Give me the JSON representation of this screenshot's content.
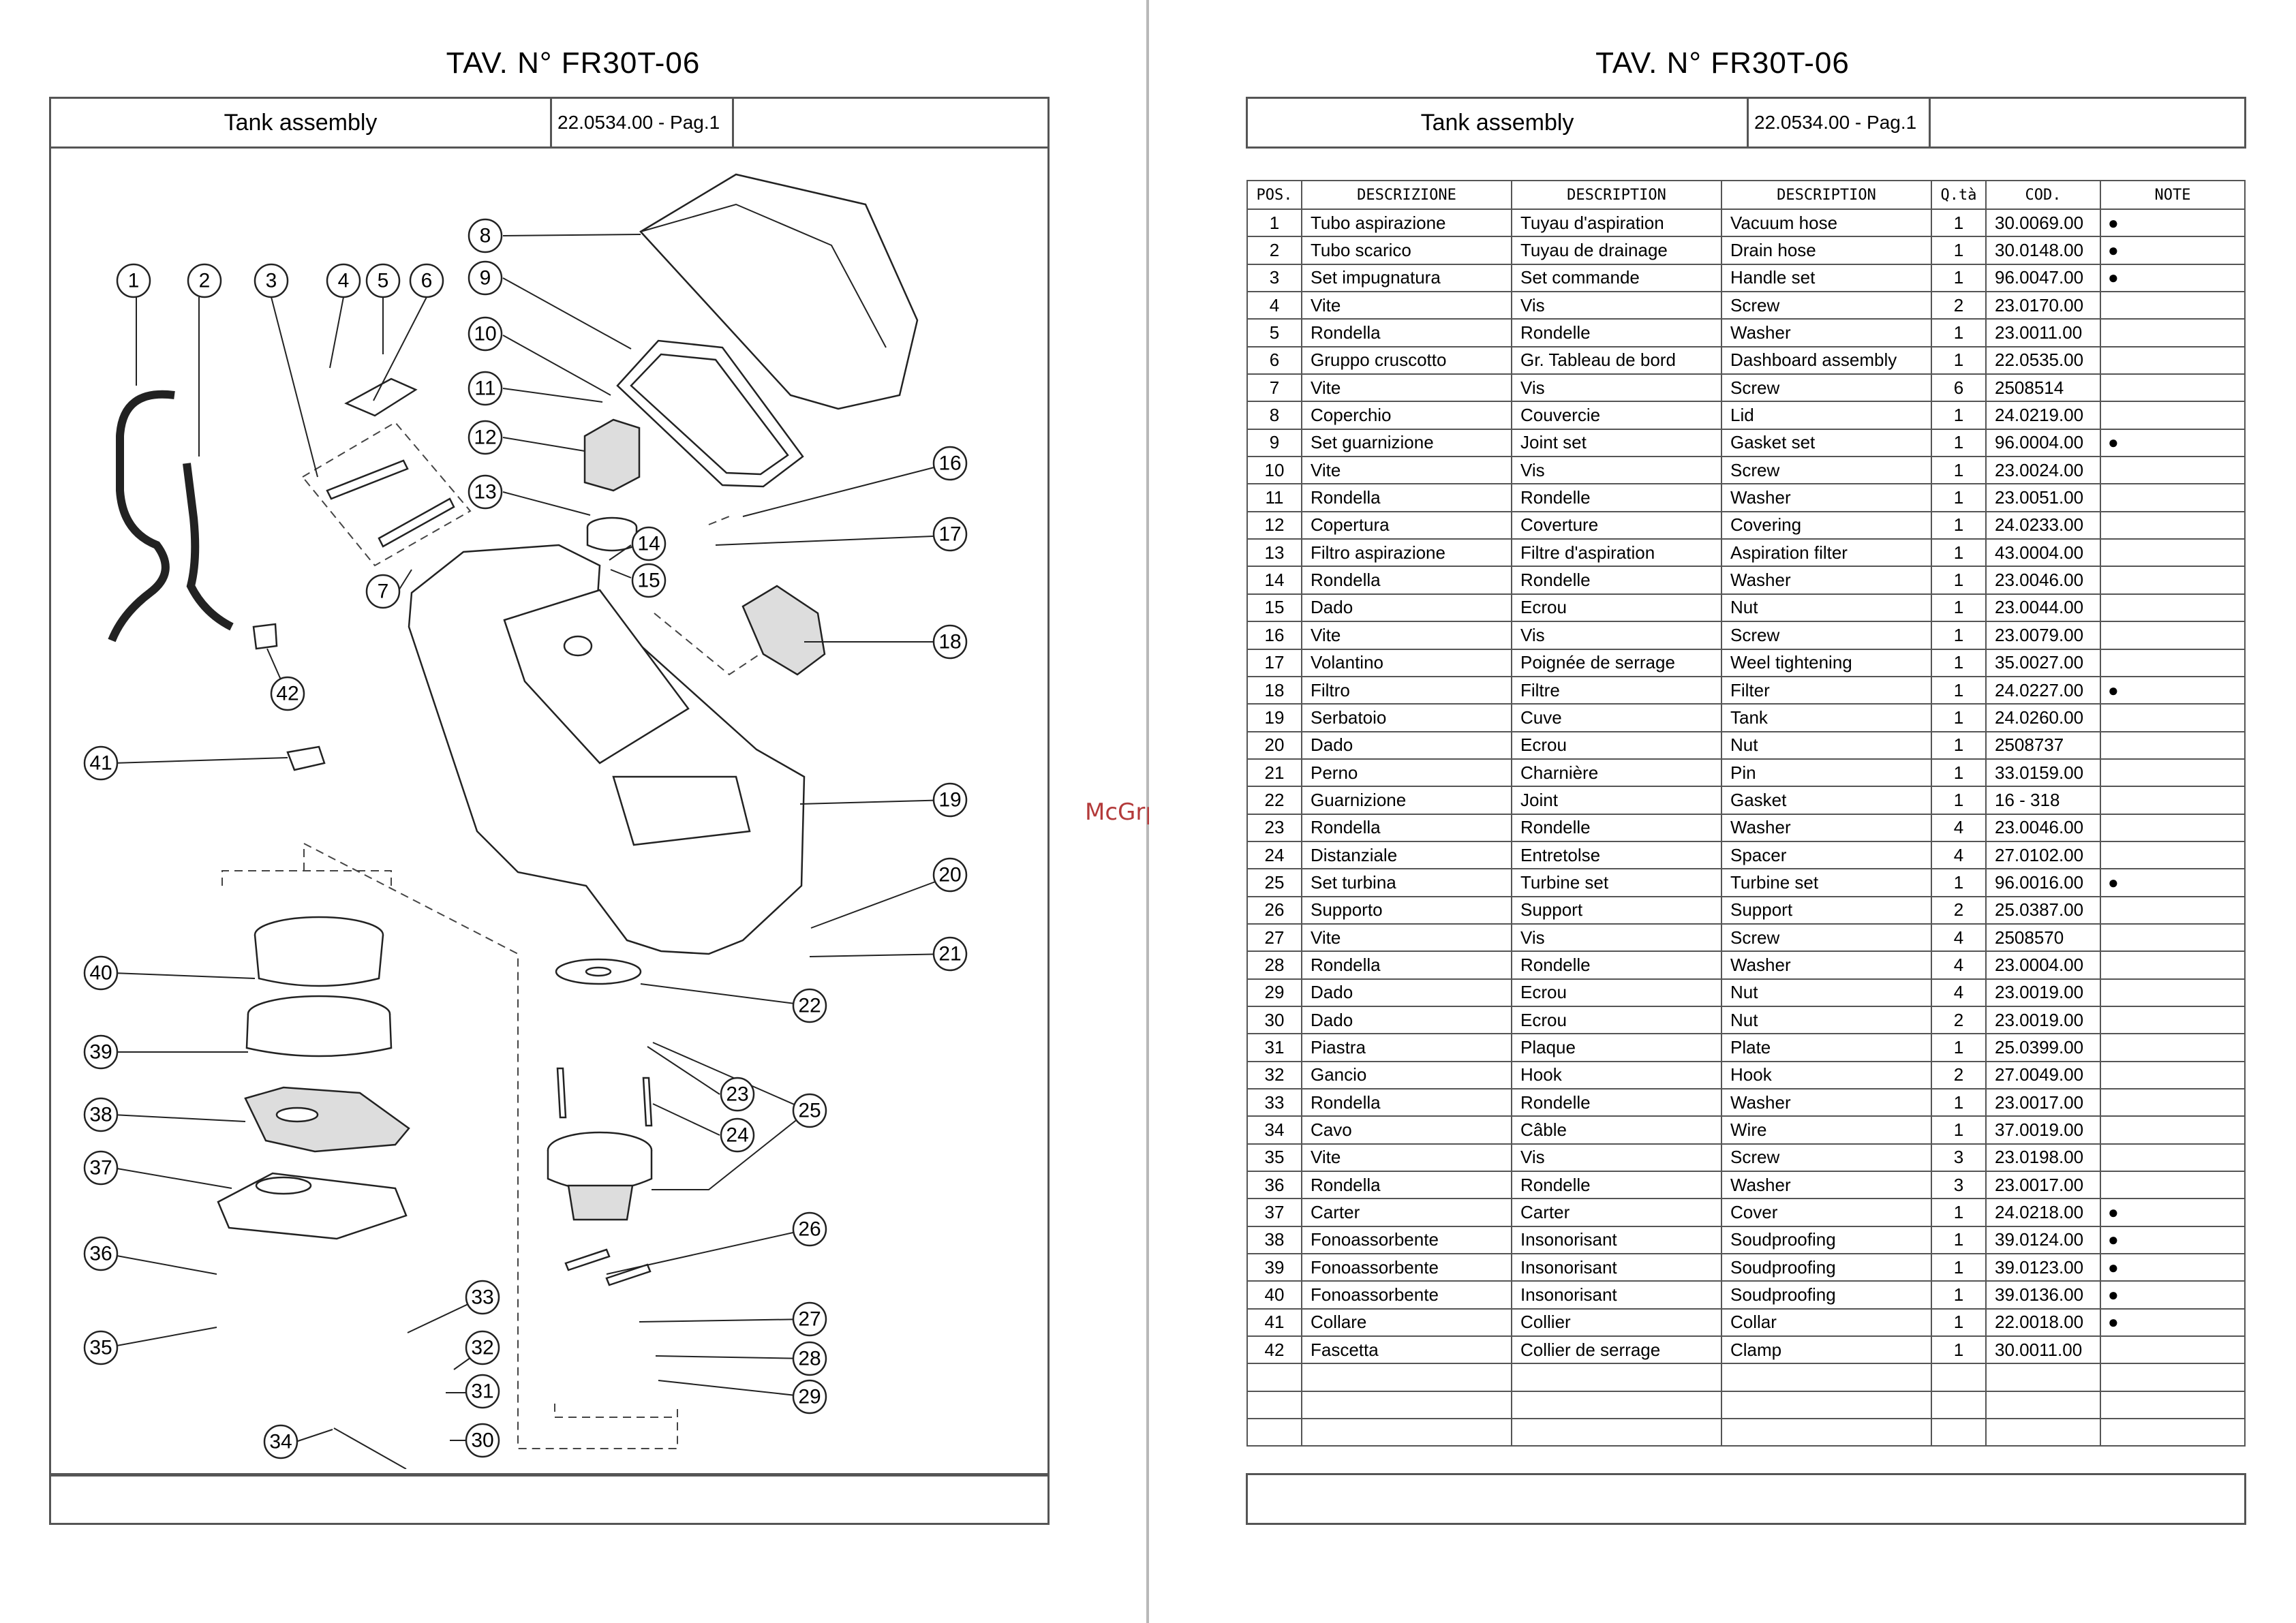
{
  "left_page": {
    "title": "TAV. N° FR30T-06",
    "header_name": "Tank assembly",
    "header_code": "22.0534.00 - Pag.1"
  },
  "right_page": {
    "title": "TAV.  N° FR30T-06",
    "header_name": "Tank assembly",
    "header_code": "22.0534.00 - Pag.1"
  },
  "watermark": "McGrp.Ru",
  "callouts": [
    "1",
    "2",
    "3",
    "4",
    "5",
    "6",
    "7",
    "8",
    "9",
    "10",
    "11",
    "12",
    "13",
    "14",
    "15",
    "16",
    "17",
    "18",
    "19",
    "20",
    "21",
    "22",
    "23",
    "24",
    "25",
    "26",
    "27",
    "28",
    "29",
    "30",
    "31",
    "32",
    "33",
    "34",
    "35",
    "36",
    "37",
    "38",
    "39",
    "40",
    "41",
    "42"
  ],
  "table": {
    "headers": [
      "POS.",
      "DESCRIZIONE",
      "DESCRIPTION",
      "DESCRIPTION",
      "Q.tà",
      "COD.",
      "NOTE"
    ],
    "rows": [
      [
        "1",
        "Tubo aspirazione",
        "Tuyau d'aspiration",
        "Vacuum hose",
        "1",
        "30.0069.00",
        "●"
      ],
      [
        "2",
        "Tubo scarico",
        "Tuyau de drainage",
        "Drain hose",
        "1",
        "30.0148.00",
        "●"
      ],
      [
        "3",
        "Set impugnatura",
        "Set commande",
        "Handle set",
        "1",
        "96.0047.00",
        "●"
      ],
      [
        "4",
        "Vite",
        "Vis",
        "Screw",
        "2",
        "23.0170.00",
        ""
      ],
      [
        "5",
        "Rondella",
        "Rondelle",
        "Washer",
        "1",
        "23.0011.00",
        ""
      ],
      [
        "6",
        "Gruppo cruscotto",
        "Gr. Tableau de bord",
        "Dashboard assembly",
        "1",
        "22.0535.00",
        ""
      ],
      [
        "7",
        "Vite",
        "Vis",
        "Screw",
        "6",
        "2508514",
        ""
      ],
      [
        "8",
        "Coperchio",
        "Couvercie",
        "Lid",
        "1",
        "24.0219.00",
        ""
      ],
      [
        "9",
        "Set guarnizione",
        "Joint set",
        "Gasket set",
        "1",
        "96.0004.00",
        "●"
      ],
      [
        "10",
        "Vite",
        "Vis",
        "Screw",
        "1",
        "23.0024.00",
        ""
      ],
      [
        "11",
        "Rondella",
        "Rondelle",
        "Washer",
        "1",
        "23.0051.00",
        ""
      ],
      [
        "12",
        "Copertura",
        "Coverture",
        "Covering",
        "1",
        "24.0233.00",
        ""
      ],
      [
        "13",
        "Filtro aspirazione",
        "Filtre d'aspiration",
        "Aspiration filter",
        "1",
        "43.0004.00",
        ""
      ],
      [
        "14",
        "Rondella",
        "Rondelle",
        "Washer",
        "1",
        "23.0046.00",
        ""
      ],
      [
        "15",
        "Dado",
        "Ecrou",
        "Nut",
        "1",
        "23.0044.00",
        ""
      ],
      [
        "16",
        "Vite",
        "Vis",
        "Screw",
        "1",
        "23.0079.00",
        ""
      ],
      [
        "17",
        "Volantino",
        "Poignée de serrage",
        "Weel tightening",
        "1",
        "35.0027.00",
        ""
      ],
      [
        "18",
        "Filtro",
        "Filtre",
        "Filter",
        "1",
        "24.0227.00",
        "●"
      ],
      [
        "19",
        "Serbatoio",
        "Cuve",
        "Tank",
        "1",
        "24.0260.00",
        ""
      ],
      [
        "20",
        "Dado",
        "Ecrou",
        "Nut",
        "1",
        "2508737",
        ""
      ],
      [
        "21",
        "Perno",
        "Charnière",
        "Pin",
        "1",
        "33.0159.00",
        ""
      ],
      [
        "22",
        "Guarnizione",
        "Joint",
        "Gasket",
        "1",
        "16 - 318",
        ""
      ],
      [
        "23",
        "Rondella",
        "Rondelle",
        "Washer",
        "4",
        "23.0046.00",
        ""
      ],
      [
        "24",
        "Distanziale",
        "Entretolse",
        "Spacer",
        "4",
        "27.0102.00",
        ""
      ],
      [
        "25",
        "Set turbina",
        "Turbine set",
        "Turbine set",
        "1",
        "96.0016.00",
        "●"
      ],
      [
        "26",
        "Supporto",
        "Support",
        "Support",
        "2",
        "25.0387.00",
        ""
      ],
      [
        "27",
        "Vite",
        "Vis",
        "Screw",
        "4",
        "2508570",
        ""
      ],
      [
        "28",
        "Rondella",
        "Rondelle",
        "Washer",
        "4",
        "23.0004.00",
        ""
      ],
      [
        "29",
        "Dado",
        "Ecrou",
        "Nut",
        "4",
        "23.0019.00",
        ""
      ],
      [
        "30",
        "Dado",
        "Ecrou",
        "Nut",
        "2",
        "23.0019.00",
        ""
      ],
      [
        "31",
        "Piastra",
        "Plaque",
        "Plate",
        "1",
        "25.0399.00",
        ""
      ],
      [
        "32",
        "Gancio",
        "Hook",
        "Hook",
        "2",
        "27.0049.00",
        ""
      ],
      [
        "33",
        "Rondella",
        "Rondelle",
        "Washer",
        "1",
        "23.0017.00",
        ""
      ],
      [
        "34",
        "Cavo",
        "Câble",
        "Wire",
        "1",
        "37.0019.00",
        ""
      ],
      [
        "35",
        "Vite",
        "Vis",
        "Screw",
        "3",
        "23.0198.00",
        ""
      ],
      [
        "36",
        "Rondella",
        "Rondelle",
        "Washer",
        "3",
        "23.0017.00",
        ""
      ],
      [
        "37",
        "Carter",
        "Carter",
        "Cover",
        "1",
        "24.0218.00",
        "●"
      ],
      [
        "38",
        "Fonoassorbente",
        "Insonorisant",
        "Soudproofing",
        "1",
        "39.0124.00",
        "●"
      ],
      [
        "39",
        "Fonoassorbente",
        "Insonorisant",
        "Soudproofing",
        "1",
        "39.0123.00",
        "●"
      ],
      [
        "40",
        "Fonoassorbente",
        "Insonorisant",
        "Soudproofing",
        "1",
        "39.0136.00",
        "●"
      ],
      [
        "41",
        "Collare",
        "Collier",
        "Collar",
        "1",
        "22.0018.00",
        "●"
      ],
      [
        "42",
        "Fascetta",
        "Collier de serrage",
        "Clamp",
        "1",
        "30.0011.00",
        ""
      ],
      [
        "",
        "",
        "",
        "",
        "",
        "",
        ""
      ],
      [
        "",
        "",
        "",
        "",
        "",
        "",
        ""
      ],
      [
        "",
        "",
        "",
        "",
        "",
        "",
        ""
      ]
    ]
  }
}
